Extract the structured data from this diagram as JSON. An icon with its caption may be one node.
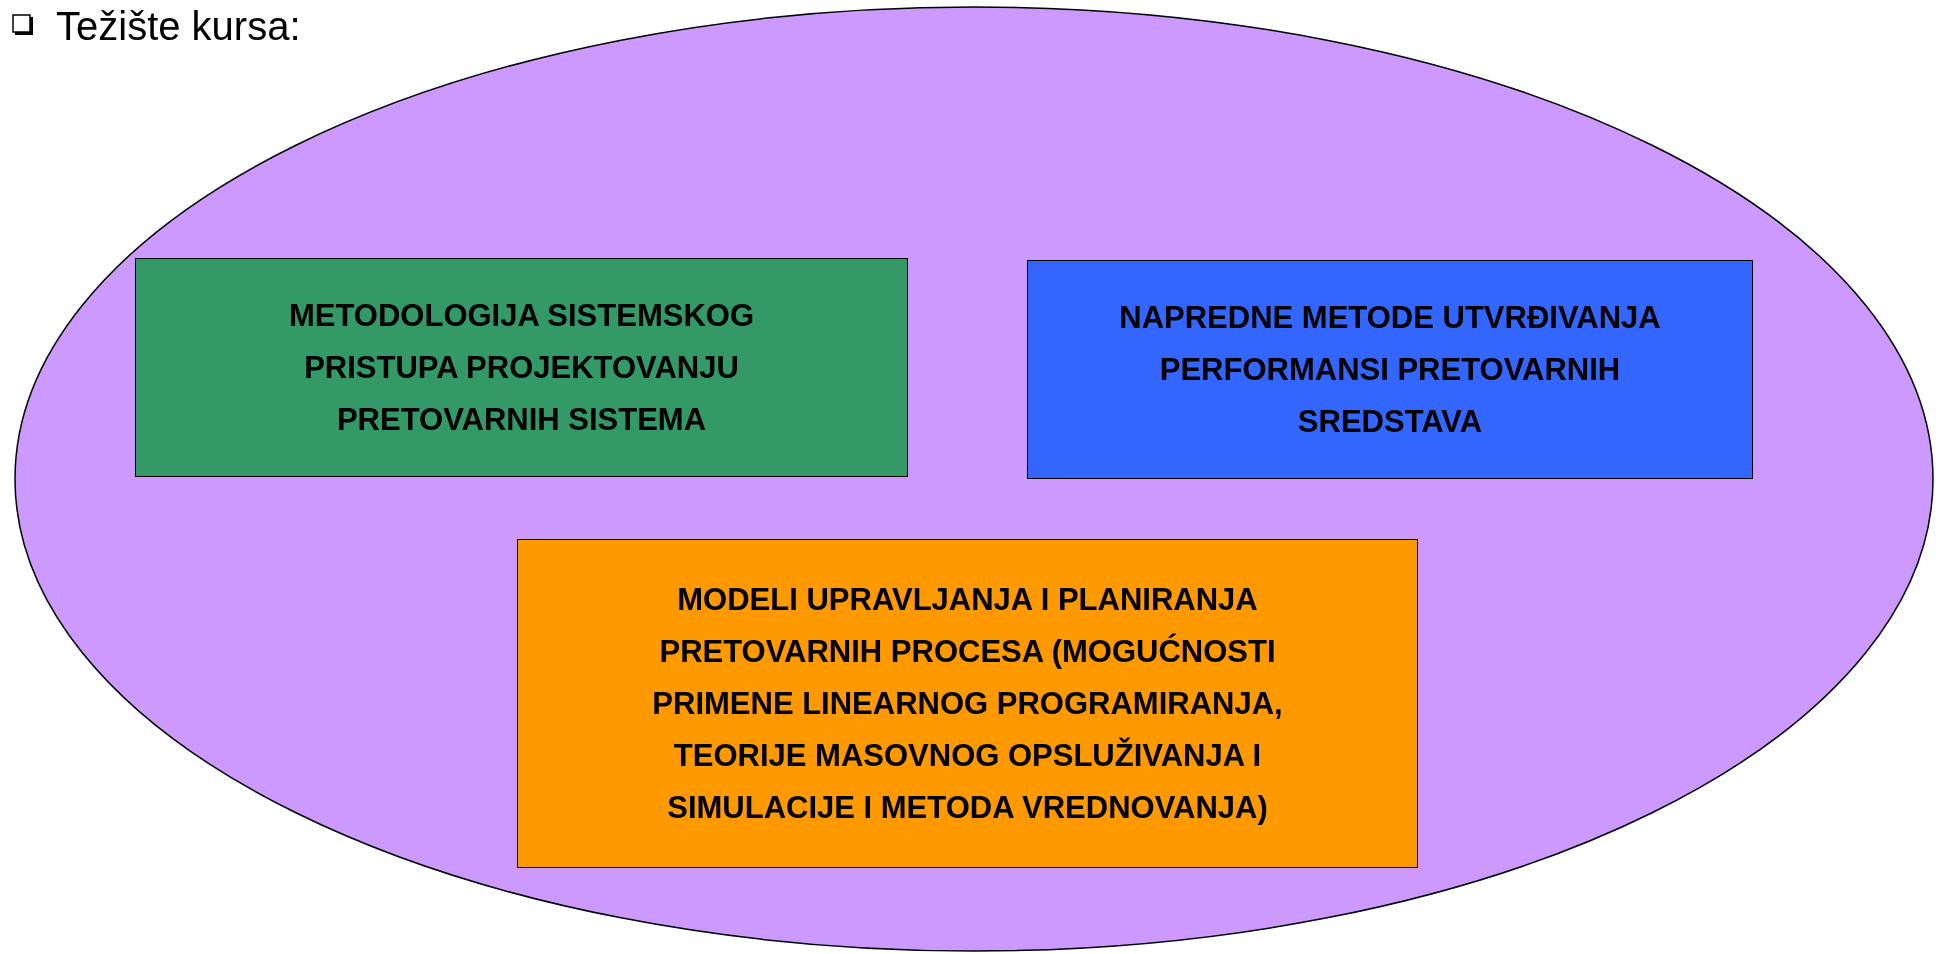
{
  "diagram": {
    "title": "Težište kursa:",
    "nodes": [
      {
        "text": [],
        "shape": "ellipse"
      },
      {
        "text": [
          "METODOLOGIJA SISTEMSKOG PRISTUPA PROJEKTOVANJU PRETOVARNIH SISTEMA"
        ],
        "in": 0
      },
      {
        "text": [
          "NAPREDNE METODE UTVRĐIVANJA PERFORMANSI PRETOVARNIH SREDSTAVA"
        ],
        "in": 0
      },
      {
        "text": [
          "MODELI UPRAVLJANJA I PLANIRANJA PRETOVARNIH PROCESA (MOGUĆNOSTI PRIMENE LINEARNOG PROGRAMIRANJA, TEORIJE MASOVNOG OPSLUŽIVANJA I SIMULACIJE I METODA VREDNOVANJA)"
        ],
        "in": 0
      }
    ]
  }
}
